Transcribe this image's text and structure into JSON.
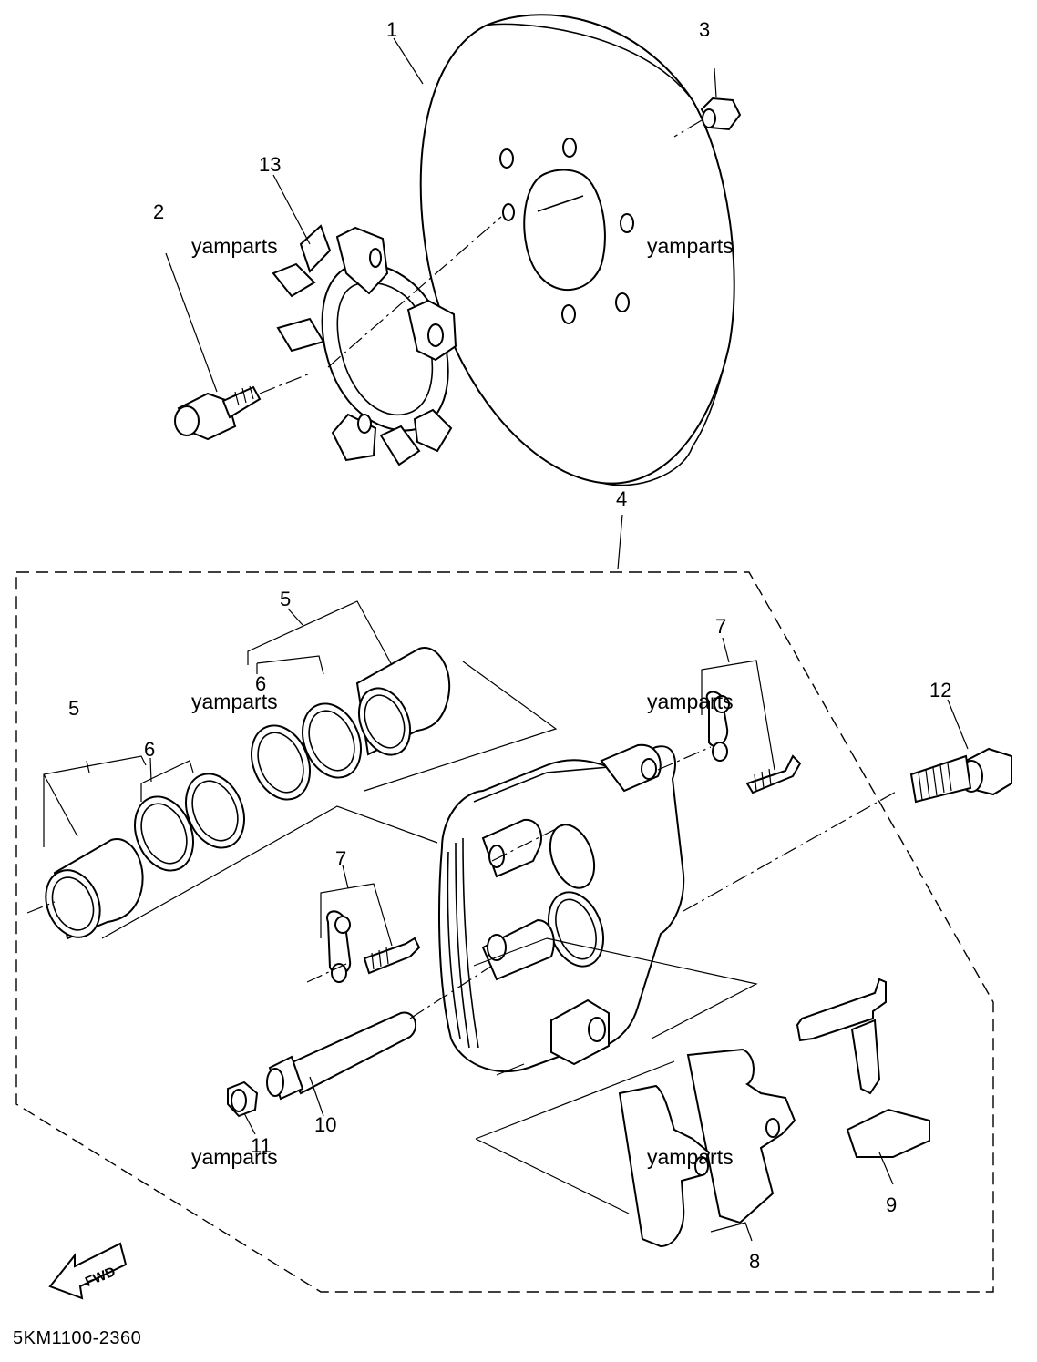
{
  "callouts": {
    "c1": "1",
    "c2": "2",
    "c3": "3",
    "c4": "4",
    "c5a": "5",
    "c5b": "5",
    "c6a": "6",
    "c6b": "6",
    "c7a": "7",
    "c7b": "7",
    "c8": "8",
    "c9": "9",
    "c10": "10",
    "c11": "11",
    "c12": "12",
    "c13": "13"
  },
  "watermarks": [
    "yamparts",
    "yamparts",
    "yamparts",
    "yamparts",
    "yamparts",
    "yamparts"
  ],
  "fwd_label": "FWD",
  "diagram_code": "5KM1100-2360"
}
